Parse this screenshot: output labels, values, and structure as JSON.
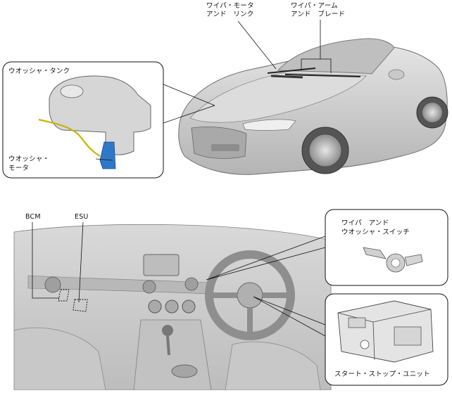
{
  "colors": {
    "line": "#111111",
    "car_body": "#d3d3d3",
    "car_shadow": "#9a9a9a",
    "interior": "#cfcfcf",
    "motor_blue": "#2f78c8",
    "harness_yellow": "#c8b400"
  },
  "labels": {
    "wiper_motor_link_1": "ワイパ・モータ",
    "wiper_motor_link_2": "アンド　リンク",
    "wiper_arm_blade_1": "ワイパ・アーム",
    "wiper_arm_blade_2": "アンド　ブレード",
    "washer_tank": "ウオッシャ・タンク",
    "washer_motor_1": "ウオッシャ・",
    "washer_motor_2": "モータ",
    "bcm": "BCM",
    "esu": "ESU",
    "wiper_switch_1": "ワイパ　アンド",
    "wiper_switch_2": "ウオッシャ・スイッチ",
    "start_stop_unit": "スタート・ストップ・ユニット"
  },
  "icons": {
    "car": "roadster-car-illustration",
    "tank": "washer-tank-illustration",
    "interior": "dashboard-interior-illustration",
    "switch": "combination-switch-illustration",
    "start_stop": "start-stop-unit-illustration"
  }
}
